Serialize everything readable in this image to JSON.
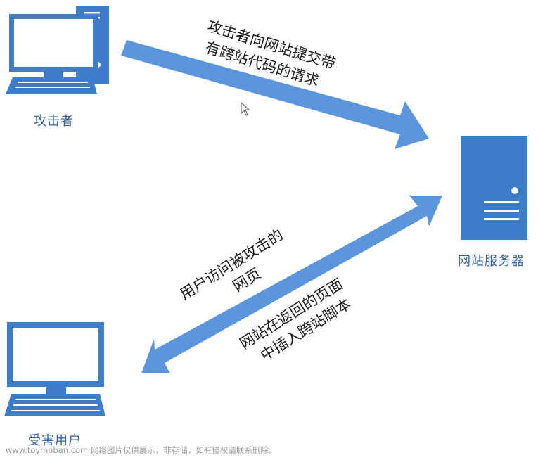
{
  "colors": {
    "accent": "#3d7cc9",
    "accent_light": "#5b96dc",
    "label": "#3a63a6",
    "text": "#1b1b1b",
    "watermark": "#9a9a9a"
  },
  "nodes": {
    "attacker": {
      "label": "攻击者",
      "icon": "desktop-computer-icon"
    },
    "server": {
      "label": "网站服务器",
      "icon": "server-tower-icon"
    },
    "victim": {
      "label": "受害用户",
      "icon": "desktop-computer-icon"
    }
  },
  "edges": {
    "attacker_to_server": {
      "line1": "攻击者向网站提交带",
      "line2": "有跨站代码的请求"
    },
    "victim_to_server": {
      "line1": "用户访问被攻击的",
      "line2": "网页"
    },
    "server_to_victim": {
      "line1": "网站在返回的页面",
      "line2": "中插入跨站脚本"
    }
  },
  "watermark": "www.toymoban.com 网络图片仅供展示，非存储，如有侵权请联系删除。"
}
